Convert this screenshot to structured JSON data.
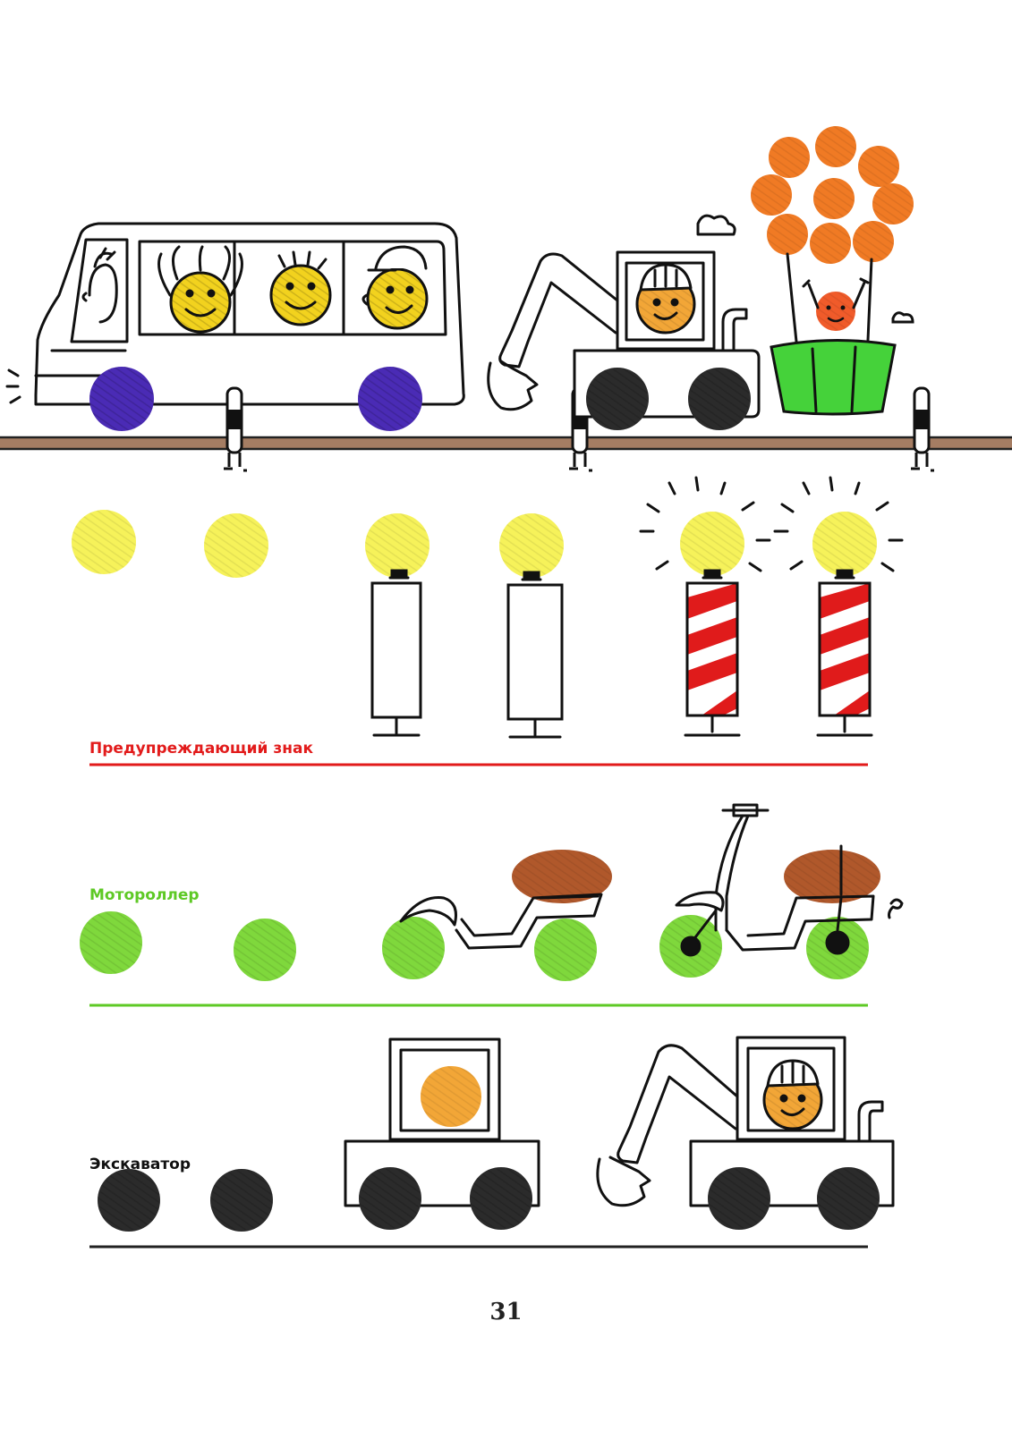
{
  "labels": {
    "warning_sign": "Предупреждающий знак",
    "scooter": "Мотороллер",
    "excavator": "Экскаватор"
  },
  "page_number": "31",
  "colors": {
    "warning": "#e21b1b",
    "scooter": "#5ec925",
    "excavator": "#111111",
    "yellow_dot": "#f6f25a",
    "green_dot": "#7fd83c",
    "black_dot": "#2b2b2b",
    "wheel_purple": "#4a2bb5",
    "face_yellow": "#f2d21e",
    "face_orange": "#f2a637",
    "balloon_orange": "#f07a24",
    "basket_green": "#45d23a",
    "seat_brown": "#b0582b",
    "road_brown": "#a57d63",
    "stripe_red": "#e01b1b"
  },
  "icons": [
    "minibus-icon",
    "excavator-icon",
    "hot-air-balloon-icon",
    "warning-post-icon",
    "scooter-icon",
    "fingerprint-dot-icon"
  ]
}
